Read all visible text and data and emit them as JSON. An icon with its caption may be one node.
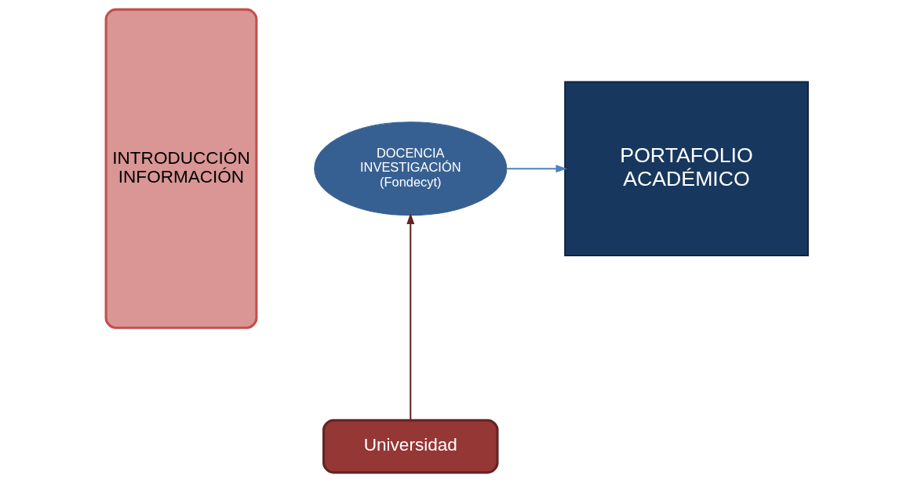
{
  "diagram": {
    "nodes": [
      {
        "text": [
          "INTRODUCCIÓN INFORMACIÓN"
        ]
      },
      {
        "text": [
          "DOCENCIA INVESTIGACIÓN (Fondecyt)"
        ]
      },
      {
        "text": [
          "PORTAFOLIO ACADÉMICO"
        ]
      },
      {
        "text": [
          "Universidad"
        ]
      }
    ],
    "edges": [
      {
        "from": 1,
        "to": 2,
        "arrow": "to",
        "color": "#4f81bd"
      },
      {
        "from": 3,
        "to": 1,
        "arrow": "to",
        "color": "#632423"
      }
    ]
  }
}
